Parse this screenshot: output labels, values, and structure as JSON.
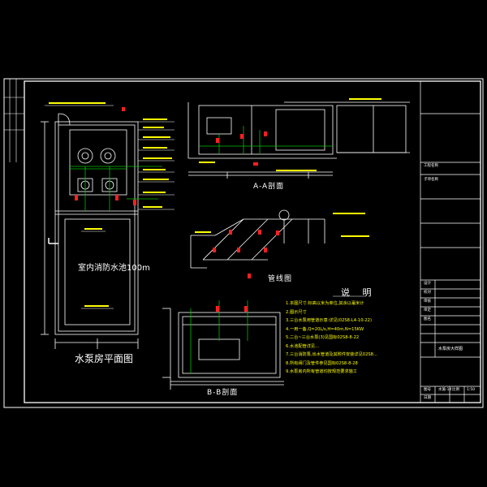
{
  "sheet": {
    "plan_title": "水泵房平面图",
    "section_aa_title": "A-A剖面",
    "section_bb_title": "B-B剖面",
    "axon_title": "管线图",
    "pool_label": "室内消防水池100m",
    "notes_title": "说 明"
  },
  "notes": [
    "1.本图尺寸:标高以米为单位,其余以毫米计",
    "2.图示尺寸",
    "3.三台水泵用管道示意:详见(02S8-L4-10-22)",
    "4.一用一备,Q=20L/s,H=40m,N=15KW",
    "5.二台~三台水泵(3)见国标02S8-8-22",
    "6.水池配管详见...",
    "7.三台消防泵,出水管道及其附件安装详见02S8...",
    "8.所有阀门及管件参见国标02S8-8-28",
    "9.水泵房内所有管道均按规范要求施工"
  ],
  "title_block": {
    "rows": [
      "工程名称",
      "子项名称",
      "设计",
      "校对",
      "审核",
      "审定",
      "图名",
      "图号",
      "比例",
      "日期"
    ],
    "drawing_name": "水泵房大样图",
    "scale": "1:50",
    "number": "水施-14"
  },
  "colors": {
    "background": "#000000",
    "line_main": "#ffffff",
    "line_text": "#ffff00",
    "valve_red": "#ff2020",
    "pipe_green": "#00c000"
  }
}
